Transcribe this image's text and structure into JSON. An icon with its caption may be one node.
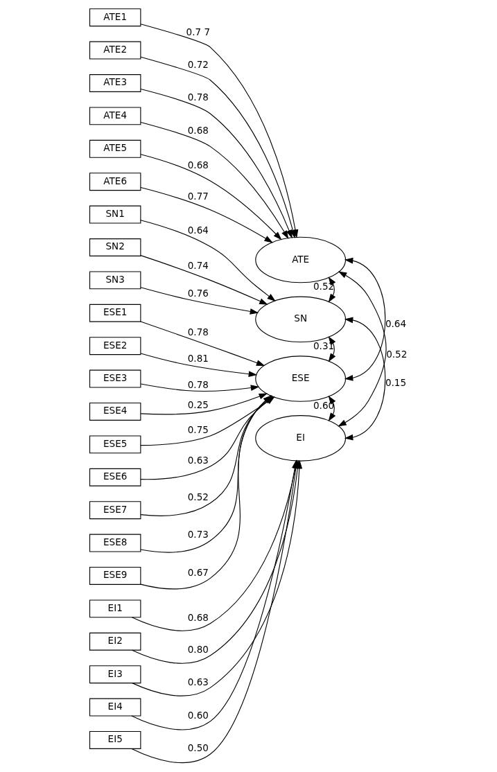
{
  "diagram": {
    "nodes": [
      {
        "text": [
          "ATE1"
        ]
      },
      {
        "text": [
          "ATE2"
        ]
      },
      {
        "text": [
          "ATE3"
        ]
      },
      {
        "text": [
          "ATE4"
        ]
      },
      {
        "text": [
          "ATE5"
        ]
      },
      {
        "text": [
          "ATE6"
        ]
      },
      {
        "text": [
          "ATE"
        ]
      },
      {
        "text": [
          "SN1"
        ]
      },
      {
        "text": [
          "SN2"
        ]
      },
      {
        "text": [
          "SN3"
        ]
      },
      {
        "text": [
          "SN"
        ]
      },
      {
        "text": [
          "ESE1"
        ]
      },
      {
        "text": [
          "ESE2"
        ]
      },
      {
        "text": [
          "ESE3"
        ]
      },
      {
        "text": [
          "ESE4"
        ]
      },
      {
        "text": [
          "ESE5"
        ]
      },
      {
        "text": [
          "ESE6"
        ]
      },
      {
        "text": [
          "ESE7"
        ]
      },
      {
        "text": [
          "ESE8"
        ]
      },
      {
        "text": [
          "ESE9"
        ]
      },
      {
        "text": [
          "ESE"
        ]
      },
      {
        "text": [
          "EI1"
        ]
      },
      {
        "text": [
          "EI2"
        ]
      },
      {
        "text": [
          "EI3"
        ]
      },
      {
        "text": [
          "EI4"
        ]
      },
      {
        "text": [
          "EI5"
        ]
      },
      {
        "text": [
          "EI"
        ]
      }
    ],
    "edges": [
      {
        "from": 0,
        "to": 6,
        "arrow": "to",
        "label": "0.7 7"
      },
      {
        "from": 1,
        "to": 6,
        "arrow": "to",
        "label": "0.72"
      },
      {
        "from": 2,
        "to": 6,
        "arrow": "to",
        "label": "0.78"
      },
      {
        "from": 3,
        "to": 6,
        "arrow": "to",
        "label": "0.68"
      },
      {
        "from": 4,
        "to": 6,
        "arrow": "to",
        "label": "0.68"
      },
      {
        "from": 5,
        "to": 6,
        "arrow": "to",
        "label": "0.77"
      },
      {
        "from": 7,
        "to": 10,
        "arrow": "to",
        "label": "0.64"
      },
      {
        "from": 8,
        "to": 10,
        "arrow": "to",
        "label": "0.74"
      },
      {
        "from": 9,
        "to": 10,
        "arrow": "to",
        "label": "0.76"
      },
      {
        "from": 11,
        "to": 20,
        "arrow": "to",
        "label": "0.78"
      },
      {
        "from": 12,
        "to": 20,
        "arrow": "to",
        "label": "0.81"
      },
      {
        "from": 13,
        "to": 20,
        "arrow": "to",
        "label": "0.78"
      },
      {
        "from": 14,
        "to": 20,
        "arrow": "to",
        "label": "0.25"
      },
      {
        "from": 15,
        "to": 20,
        "arrow": "to",
        "label": "0.75"
      },
      {
        "from": 16,
        "to": 20,
        "arrow": "to",
        "label": "0.63"
      },
      {
        "from": 17,
        "to": 20,
        "arrow": "to",
        "label": "0.52"
      },
      {
        "from": 18,
        "to": 20,
        "arrow": "to",
        "label": "0.73"
      },
      {
        "from": 19,
        "to": 20,
        "arrow": "to",
        "label": "0.67"
      },
      {
        "from": 21,
        "to": 26,
        "arrow": "to",
        "label": "0.68"
      },
      {
        "from": 22,
        "to": 26,
        "arrow": "to",
        "label": "0.80"
      },
      {
        "from": 23,
        "to": 26,
        "arrow": "to",
        "label": "0.63"
      },
      {
        "from": 24,
        "to": 26,
        "arrow": "to",
        "label": "0.60"
      },
      {
        "from": 25,
        "to": 26,
        "arrow": "to",
        "label": "0.50"
      },
      {
        "from": 6,
        "to": 10,
        "arrow": "both",
        "label": "0.52"
      },
      {
        "from": 6,
        "to": 20,
        "arrow": "both",
        "label": "0.64"
      },
      {
        "from": 6,
        "to": 26,
        "arrow": "both",
        "label": "0.52"
      },
      {
        "from": 10,
        "to": 20,
        "arrow": "both",
        "label": "0.31"
      },
      {
        "from": 10,
        "to": 26,
        "arrow": "both",
        "label": "0.15"
      },
      {
        "from": 20,
        "to": 26,
        "arrow": "both",
        "label": "0.60"
      }
    ]
  }
}
